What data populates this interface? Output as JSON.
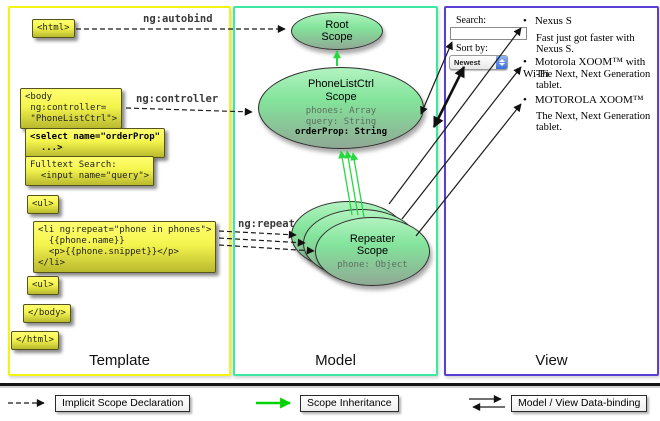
{
  "annotations": {
    "autobind": "ng:autobind",
    "controller": "ng:controller",
    "repeat": "ng:repeat"
  },
  "template_panel": {
    "label": "Template",
    "code": {
      "html_open": "<html>",
      "body_open": "<body\n ng:controller=\n \"PhoneListCtrl\">",
      "select": "<select name=\"orderProp\"\n  ...>",
      "fulltext": "Fulltext Search:\n  <input name=\"query\">",
      "ul_open": "<ul>",
      "li_repeat": "<li ng:repeat=\"phone in phones\">\n  {{phone.name}}\n  <p>{{phone.snippet}}</p>\n</li>",
      "ul_close": "<ul>",
      "body_close": "</body>",
      "html_close": "</html>"
    }
  },
  "model_panel": {
    "label": "Model",
    "root_scope": {
      "title": "Root\nScope"
    },
    "phone_list_ctrl_scope": {
      "title": "PhoneListCtrl\nScope",
      "prop_phones": "phones: Array",
      "prop_query": "query: String",
      "prop_orderprop": "orderProp: String"
    },
    "repeater_scope": {
      "title": "Repeater\nScope",
      "prop_phone": "phone: Object"
    }
  },
  "view_panel": {
    "label": "View",
    "search_label": "Search:",
    "search_value": "",
    "sort_label": "Sort by:",
    "sort_value": "Newest",
    "bullet": "•",
    "items": [
      {
        "name": "Nexus S",
        "desc": "Fast just got faster with Nexus S."
      },
      {
        "name": "Motorola XOOM™ with Wi-Fi",
        "desc": "The Next, Next Generation tablet."
      },
      {
        "name": "MOTOROLA XOOM™",
        "desc": "The Next, Next Generation tablet."
      }
    ]
  },
  "legend": {
    "implicit": "Implicit Scope Declaration",
    "inheritance": "Scope Inheritance",
    "binding": "Model / View Data-binding"
  },
  "colors": {
    "template_border": "#f4f410",
    "model_border": "#3fe8a2",
    "view_border": "#5a3fd6",
    "code_box_fill": "#f4f44e",
    "scope_fill_top": "#b2f3c0",
    "inheritance_arrow": "#24da3e",
    "binding_arrow": "#111111"
  }
}
